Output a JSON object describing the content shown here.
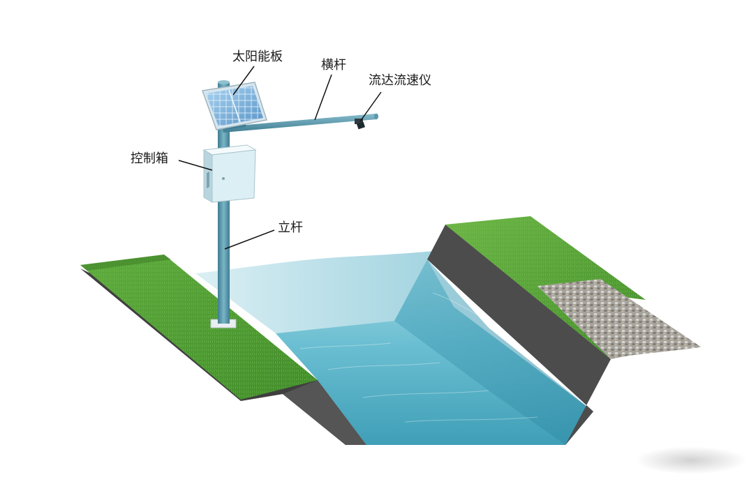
{
  "labels": {
    "solar_panel": "太阳能板",
    "cross_arm": "横杆",
    "radar_flow_meter": "流达流速仪",
    "control_box": "控制箱",
    "upright_pole": "立杆"
  },
  "colors": {
    "grass": "#4f9a32",
    "water": "#5fb3c9",
    "concrete": "#4a4a4a",
    "pole": "#5e97ab",
    "solar_panel": "#7fb7e0",
    "control_box": "#dceff4",
    "gravel": "#9a9a9a"
  }
}
